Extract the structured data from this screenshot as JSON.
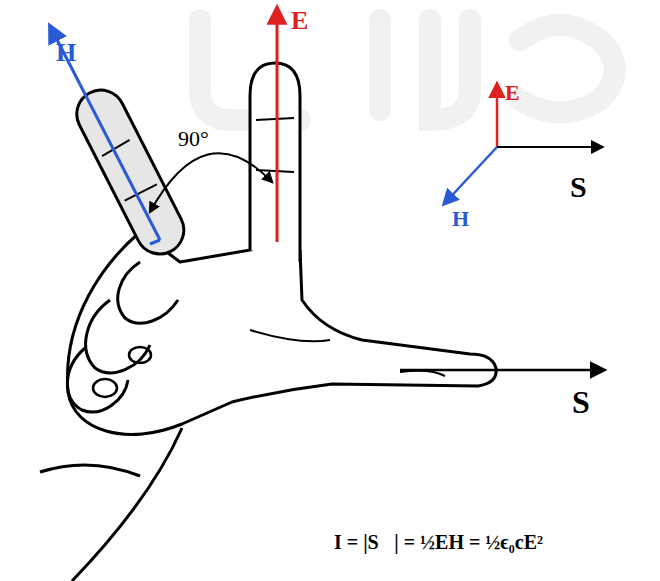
{
  "diagram": {
    "labels": [
      "H",
      "90°",
      "E",
      "E",
      "H",
      "S",
      "S",
      "I = |S⃗| = ½EH = ½ϵ₀cE²"
    ]
  }
}
